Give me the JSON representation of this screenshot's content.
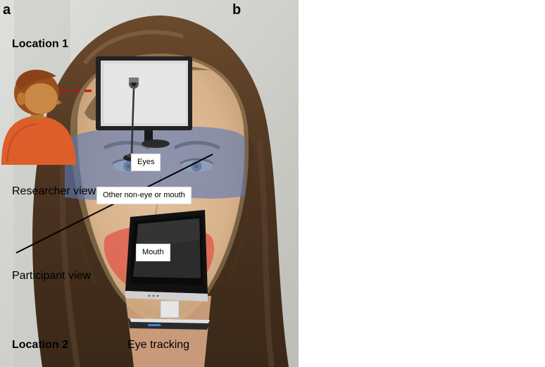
{
  "panel_a": {
    "letter": "a",
    "location1": "Location 1",
    "location2": "Location 2",
    "researcher_view": "Researcher view",
    "participant_view": "Participant view",
    "eye_tracking": "Eye tracking"
  },
  "panel_b": {
    "letter": "b",
    "aoi_labels": {
      "eyes": "Eyes",
      "other": "Other non-eye or mouth",
      "mouth": "Mouth"
    }
  },
  "colors": {
    "eye_region": "#5a78b4",
    "mouth_region": "#e0584a",
    "face_region": "#d8c08a",
    "researcher_hair": "#9a4e1c",
    "researcher_shirt": "#dd5e2a"
  }
}
